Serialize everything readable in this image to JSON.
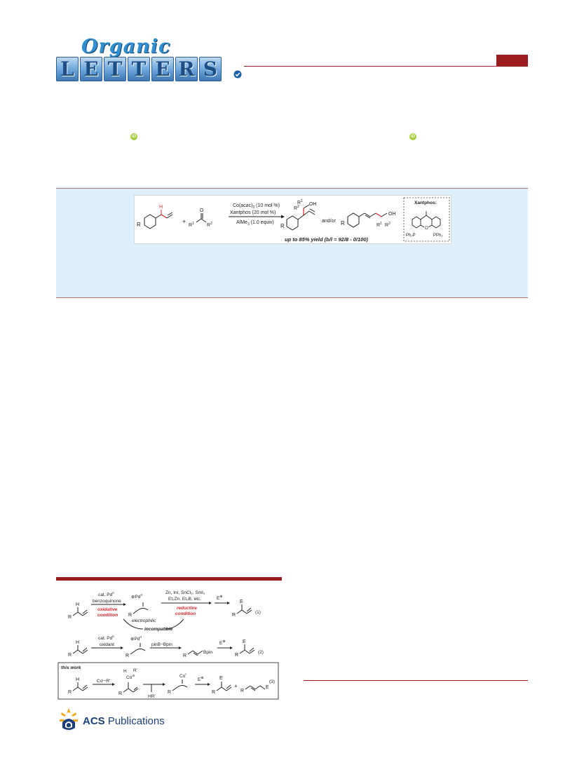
{
  "header": {
    "logo_script": "Organic",
    "logo_letters": [
      "L",
      "E",
      "T",
      "T",
      "E",
      "R",
      "S"
    ]
  },
  "toc": {
    "reagent_1": "Co(acac)",
    "reagent_1_sub": "2",
    "reagent_1_load": "(10 mol %)",
    "reagent_2": "Xantphos (20 mol %)",
    "reagent_3": "AlMe",
    "reagent_3_sub": "3",
    "reagent_3_equiv": "(1.0 equiv)",
    "and_or": "and/or",
    "yield_note": "up to 85% yield (b/l = 92/8 - 0/100)",
    "ligand_title": "Xantphos:",
    "ph2p": "Ph₂P",
    "pph2": "PPh₂",
    "r_label": "R",
    "r1": "R",
    "r1_sup": "1",
    "r2": "R",
    "r2_sup": "2",
    "oh": "OH",
    "o": "O",
    "h": "H",
    "plus": "+"
  },
  "figure1": {
    "row1_cat": "cat. Pd",
    "row1_cat_sup": "II",
    "row1_ox": "benzoquinone",
    "row1_label_oxidative_1": "oxidative",
    "row1_label_oxidative_2": "condition",
    "row1_pd": "Pd",
    "row1_pd_sup": "II",
    "row1_electrophilic": "electrophilic",
    "row1_reductants_1": "Zn, InI, SnCl₂, SmI₂",
    "row1_reductants_2": "Et₂Zn, Et₃B, etc.",
    "row1_label_reductive_1": "reductive",
    "row1_label_reductive_2": "condition",
    "row1_incompatible": "incompatible",
    "row1_eq": "(1)",
    "row2_cat": "cat. Pd",
    "row2_cat_sup": "II",
    "row2_ox": "oxidant",
    "row2_pd": "Pd",
    "row2_pd_sup": "II",
    "row2_reagent": "pinB−Bpin",
    "row2_bpin": "Bpin",
    "row2_eq": "(2)",
    "row3_label": "this work",
    "row3_reagent": "Coⁱ−R'",
    "row3_co3": "Co",
    "row3_co3_sup": "III",
    "row3_rprime": "R'",
    "row3_hr": "HR'",
    "row3_co1": "Co",
    "row3_co1_sup": "I",
    "row3_plus": "+",
    "row3_eq": "(3)",
    "e_plus": "E",
    "e": "E",
    "h": "H",
    "r": "R"
  },
  "footer": {
    "publisher_bold": "ACS",
    "publisher_rest": " Publications"
  },
  "colors": {
    "brand_red": "#9b1c1f",
    "abstract_bg": "#dfeefb",
    "highlight_red": "#e0262b",
    "orcid_green": "#a6ce39",
    "acs_blue": "#1a3f7a"
  }
}
